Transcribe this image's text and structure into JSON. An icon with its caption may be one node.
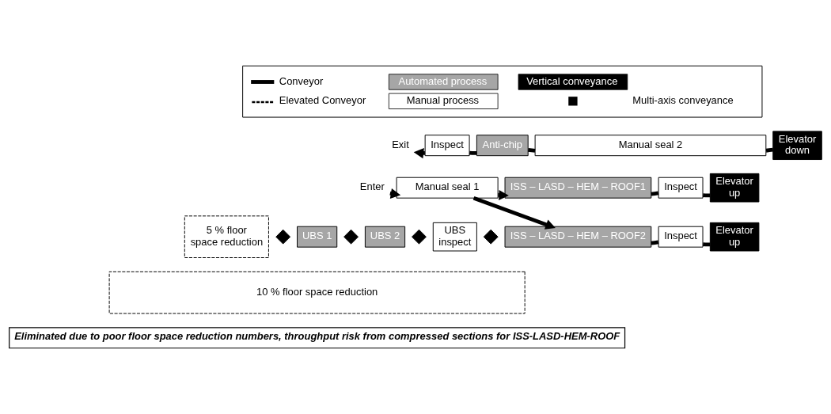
{
  "diagram": {
    "nodes": [
      {
        "text": [
          "Exit"
        ]
      },
      {
        "text": [
          "Inspect"
        ]
      },
      {
        "text": [
          "Anti-chip"
        ]
      },
      {
        "text": [
          "Manual seal 2"
        ]
      },
      {
        "text": [
          "Elevator down"
        ]
      },
      {
        "text": [
          "Enter"
        ]
      },
      {
        "text": [
          "Manual seal 1"
        ]
      },
      {
        "text": [
          "ISS – LASD – HEM – ROOF1"
        ]
      },
      {
        "text": [
          "Inspect"
        ]
      },
      {
        "text": [
          "Elevator up"
        ]
      },
      {
        "text": [
          "5 % floor space reduction"
        ]
      },
      {
        "text": [
          "ISS – LASD – HEM – ROOF2"
        ]
      },
      {
        "text": [
          "Inspect"
        ]
      },
      {
        "text": [
          "Elevator up"
        ]
      },
      {
        "text": [],
        "shape": "diamond"
      },
      {
        "text": [
          "UBS 1"
        ]
      },
      {
        "text": [],
        "shape": "diamond"
      },
      {
        "text": [
          "UBS 2"
        ]
      },
      {
        "text": [],
        "shape": "diamond"
      },
      {
        "text": [
          "UBS inspect"
        ]
      },
      {
        "text": [],
        "shape": "diamond"
      },
      {
        "text": [
          "10 % floor space reduction"
        ]
      },
      {
        "text": [
          "Eliminated due to poor floor space reduction numbers, throughput risk from compressed sections for ISS-LASD-HEM-ROOF"
        ]
      }
    ],
    "edges": [
      {
        "from": 4,
        "to": 3,
        "arrow": "none"
      },
      {
        "from": 3,
        "to": 2,
        "arrow": "none"
      },
      {
        "from": 2,
        "to": 1,
        "arrow": "none"
      },
      {
        "from": 1,
        "to": 0,
        "arrow": "to"
      },
      {
        "from": 5,
        "to": 6,
        "arrow": "to"
      },
      {
        "from": 6,
        "to": 7,
        "arrow": "to"
      },
      {
        "from": 6,
        "to": 11,
        "arrow": "to"
      },
      {
        "from": 7,
        "to": 8,
        "arrow": "none"
      },
      {
        "from": 8,
        "to": 9,
        "arrow": "none"
      },
      {
        "from": 11,
        "to": 12,
        "arrow": "none"
      },
      {
        "from": 12,
        "to": 13,
        "arrow": "none"
      }
    ],
    "legend": [
      {
        "text": "Conveyor"
      },
      {
        "text": "Automated process",
        "color": "#a6a6a6"
      },
      {
        "text": "Vertical conveyance",
        "color": "#000000"
      },
      {
        "text": "Elevated Conveyor"
      },
      {
        "text": "Manual process",
        "color": "#ffffff"
      },
      {
        "text": "Multi-axis conveyance"
      }
    ]
  }
}
